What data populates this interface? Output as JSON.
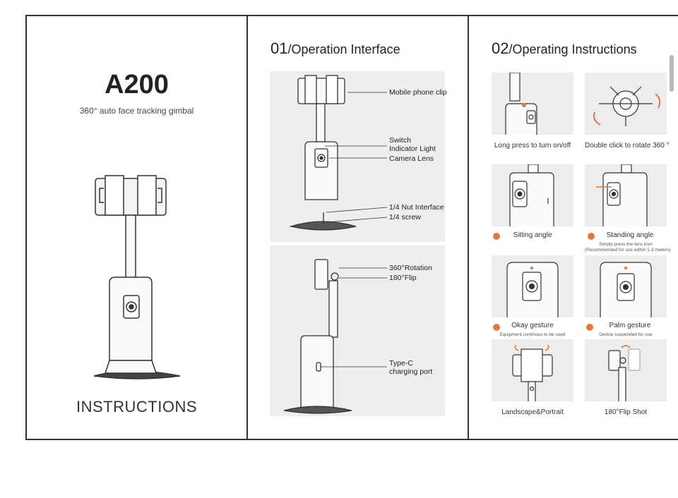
{
  "cover": {
    "title": "A200",
    "subtitle": "360° auto face tracking gimbal",
    "footer": "INSTRUCTIONS"
  },
  "section1": {
    "number": "01",
    "title": "/Operation Interface",
    "labels": {
      "phone_clip": "Mobile phone clip",
      "switch": "Switch",
      "indicator": "Indicator Light",
      "lens": "Camera Lens",
      "nut": "1/4 Nut Interface",
      "screw": "1/4 screw",
      "rotation": "360°Rotation",
      "flip": "180°Flip",
      "typec": "Type-C",
      "charging": "charging port"
    }
  },
  "section2": {
    "number": "02",
    "title": "/Operating Instructions",
    "tiles": [
      {
        "caption": "Long press to turn on/off",
        "note": ""
      },
      {
        "caption": "Double click to rotate 360 °",
        "note": ""
      },
      {
        "caption": "Sitting angle",
        "note": ""
      },
      {
        "caption": "Standing angle",
        "note": "Simply press the lens icon",
        "note2": "(Recommended for use within 1-3 meters)"
      },
      {
        "caption": "Okay gesture",
        "note": "Equipment continues to be used"
      },
      {
        "caption": "Palm gesture",
        "note": "Device suspended for use"
      },
      {
        "caption": "Landscape&Portrait",
        "note": ""
      },
      {
        "caption": "180°Flip Shot",
        "note": ""
      }
    ]
  },
  "colors": {
    "accent": "#e2773f",
    "border": "#333333",
    "diagram_bg": "#eeeeee"
  }
}
